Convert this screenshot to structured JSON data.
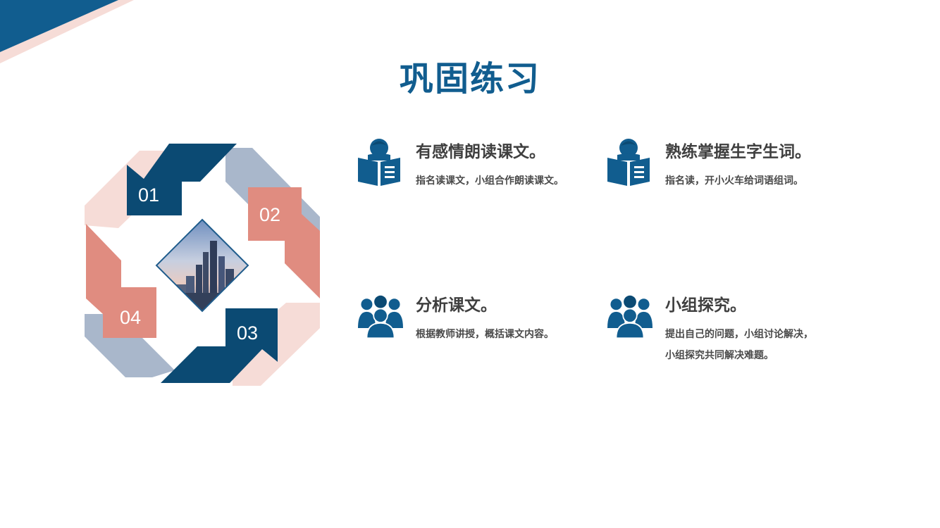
{
  "title": "巩固练习",
  "colors": {
    "navy": "#0b4a73",
    "blue": "#115d8f",
    "salmon": "#e08c80",
    "pink": "#f6dcd7",
    "grey_blue": "#a9b7cb"
  },
  "cycle": {
    "steps": [
      {
        "number": "01"
      },
      {
        "number": "02"
      },
      {
        "number": "03"
      },
      {
        "number": "04"
      }
    ]
  },
  "items": [
    {
      "icon": "reading-person-icon",
      "heading": "有感情朗读课文。",
      "lines": [
        "指名读课文，小组合作朗读课文。"
      ]
    },
    {
      "icon": "reading-person-icon",
      "heading": "熟练掌握生字生词。",
      "lines": [
        "指名读，开小火车给词语组词。"
      ]
    },
    {
      "icon": "group-people-icon",
      "heading": "分析课文。",
      "lines": [
        "根据教师讲授，概括课文内容。"
      ]
    },
    {
      "icon": "group-people-icon",
      "heading": "小组探究。",
      "lines": [
        "提出自己的问题，小组讨论解决，",
        "小组探究共同解决难题。"
      ]
    }
  ]
}
